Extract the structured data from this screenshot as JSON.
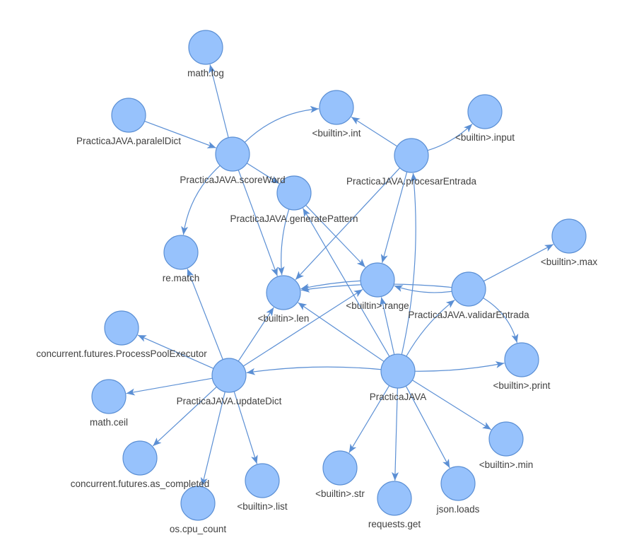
{
  "graph": {
    "colors": {
      "node_fill": "#97c2fc",
      "node_border": "#5b8fd4",
      "edge": "#5b8fd4",
      "label": "#404040"
    },
    "nodes": [
      {
        "id": "math.log",
        "label": "math.log"
      },
      {
        "id": "paralelDict",
        "label": "PracticaJAVA.paralelDict"
      },
      {
        "id": "scoreWord",
        "label": "PracticaJAVA.scoreWord"
      },
      {
        "id": "int",
        "label": "<builtin>.int"
      },
      {
        "id": "input",
        "label": "<builtin>.input"
      },
      {
        "id": "procesarEntrada",
        "label": "PracticaJAVA.procesarEntrada"
      },
      {
        "id": "generatePattern",
        "label": "PracticaJAVA.generatePattern"
      },
      {
        "id": "re.match",
        "label": "re.match"
      },
      {
        "id": "len",
        "label": "<builtin>.len"
      },
      {
        "id": "range",
        "label": "<builtin>.range"
      },
      {
        "id": "max",
        "label": "<builtin>.max"
      },
      {
        "id": "validarEntrada",
        "label": "PracticaJAVA.validarEntrada"
      },
      {
        "id": "ProcessPoolExecutor",
        "label": "concurrent.futures.ProcessPoolExecutor"
      },
      {
        "id": "updateDict",
        "label": "PracticaJAVA.updateDict"
      },
      {
        "id": "PracticaJAVA",
        "label": "PracticaJAVA"
      },
      {
        "id": "print",
        "label": "<builtin>.print"
      },
      {
        "id": "math.ceil",
        "label": "math.ceil"
      },
      {
        "id": "as_completed",
        "label": "concurrent.futures.as_completed"
      },
      {
        "id": "cpu_count",
        "label": "os.cpu_count"
      },
      {
        "id": "list",
        "label": "<builtin>.list"
      },
      {
        "id": "str",
        "label": "<builtin>.str"
      },
      {
        "id": "requests.get",
        "label": "requests.get"
      },
      {
        "id": "json.loads",
        "label": "json.loads"
      },
      {
        "id": "min",
        "label": "<builtin>.min"
      }
    ],
    "edges": [
      {
        "from": "scoreWord",
        "to": "math.log"
      },
      {
        "from": "paralelDict",
        "to": "scoreWord"
      },
      {
        "from": "scoreWord",
        "to": "int"
      },
      {
        "from": "scoreWord",
        "to": "generatePattern"
      },
      {
        "from": "scoreWord",
        "to": "re.match"
      },
      {
        "from": "scoreWord",
        "to": "len"
      },
      {
        "from": "procesarEntrada",
        "to": "int"
      },
      {
        "from": "procesarEntrada",
        "to": "input"
      },
      {
        "from": "procesarEntrada",
        "to": "len"
      },
      {
        "from": "procesarEntrada",
        "to": "range"
      },
      {
        "from": "generatePattern",
        "to": "len"
      },
      {
        "from": "generatePattern",
        "to": "range"
      },
      {
        "from": "range",
        "to": "len"
      },
      {
        "from": "validarEntrada",
        "to": "len"
      },
      {
        "from": "validarEntrada",
        "to": "range"
      },
      {
        "from": "validarEntrada",
        "to": "max"
      },
      {
        "from": "validarEntrada",
        "to": "print"
      },
      {
        "from": "updateDict",
        "to": "re.match"
      },
      {
        "from": "updateDict",
        "to": "len"
      },
      {
        "from": "updateDict",
        "to": "range"
      },
      {
        "from": "updateDict",
        "to": "ProcessPoolExecutor"
      },
      {
        "from": "updateDict",
        "to": "math.ceil"
      },
      {
        "from": "updateDict",
        "to": "as_completed"
      },
      {
        "from": "updateDict",
        "to": "cpu_count"
      },
      {
        "from": "updateDict",
        "to": "list"
      },
      {
        "from": "PracticaJAVA",
        "to": "updateDict"
      },
      {
        "from": "PracticaJAVA",
        "to": "len"
      },
      {
        "from": "PracticaJAVA",
        "to": "range"
      },
      {
        "from": "PracticaJAVA",
        "to": "generatePattern"
      },
      {
        "from": "PracticaJAVA",
        "to": "procesarEntrada"
      },
      {
        "from": "PracticaJAVA",
        "to": "validarEntrada"
      },
      {
        "from": "PracticaJAVA",
        "to": "print"
      },
      {
        "from": "PracticaJAVA",
        "to": "str"
      },
      {
        "from": "PracticaJAVA",
        "to": "requests.get"
      },
      {
        "from": "PracticaJAVA",
        "to": "json.loads"
      },
      {
        "from": "PracticaJAVA",
        "to": "min"
      }
    ]
  }
}
